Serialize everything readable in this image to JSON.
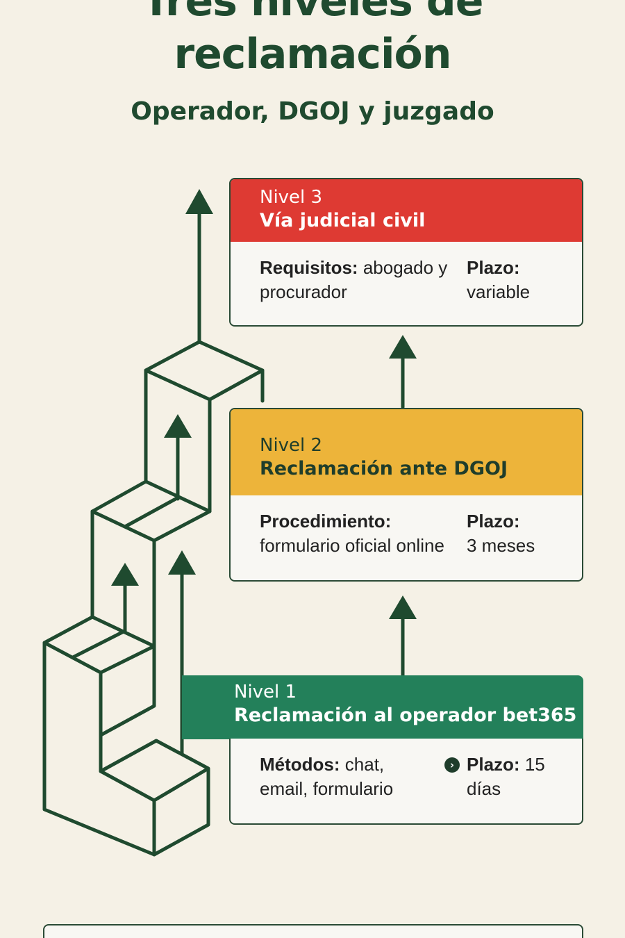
{
  "header": {
    "title_line1": "Tres niveles de",
    "title_line2": "reclamación",
    "subtitle": "Operador, DGOJ y juzgado"
  },
  "levels": [
    {
      "level": "Nivel 3",
      "name": "Vía judicial civil",
      "left_label": "Requisitos:",
      "left_value": "abogado y procurador",
      "right_label": "Plazo:",
      "right_value": "variable",
      "color": "#de3a33"
    },
    {
      "level": "Nivel 2",
      "name": "Reclamación ante DGOJ",
      "left_label": "Procedimiento:",
      "left_value": "formulario oficial online",
      "right_label": "Plazo:",
      "right_value": "3 meses",
      "color": "#edb43a"
    },
    {
      "level": "Nivel 1",
      "name": "Reclamación al operador bet365",
      "left_label": "Métodos:",
      "left_value": "chat, email, formulario",
      "right_label": "Plazo:",
      "right_value": "15 días",
      "color": "#23805a"
    }
  ],
  "colors": {
    "background": "#f5f1e6",
    "ink": "#1f4a2f"
  }
}
